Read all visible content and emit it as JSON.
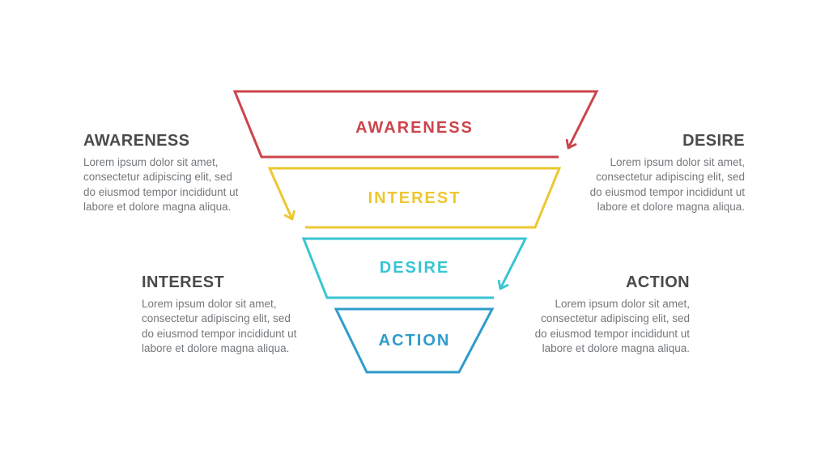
{
  "canvas": {
    "background": "#ffffff"
  },
  "diagram": {
    "type": "funnel",
    "funnel": {
      "levels": [
        {
          "id": "awareness",
          "label": "AWARENESS",
          "color": "#cb444b",
          "arrow_side": "right"
        },
        {
          "id": "interest",
          "label": "INTEREST",
          "color": "#edc730",
          "arrow_side": "left"
        },
        {
          "id": "desire",
          "label": "DESIRE",
          "color": "#38c5d3",
          "arrow_side": "right"
        },
        {
          "id": "action",
          "label": "ACTION",
          "color": "#2f9cc9",
          "arrow_side": "none"
        }
      ]
    },
    "annotations": [
      {
        "id": "awareness",
        "position": "top-left",
        "title": "AWARENESS",
        "body_lines": [
          "Lorem ipsum dolor sit amet,",
          "consectetur adipiscing elit, sed",
          "do eiusmod tempor incididunt ut",
          "labore et dolore magna aliqua."
        ]
      },
      {
        "id": "desire",
        "position": "top-right",
        "title": "DESIRE",
        "body_lines": [
          "Lorem ipsum dolor sit amet,",
          "consectetur adipiscing elit, sed",
          "do eiusmod tempor incididunt ut",
          "labore et dolore magna aliqua."
        ]
      },
      {
        "id": "interest",
        "position": "bottom-left",
        "title": "INTEREST",
        "body_lines": [
          "Lorem ipsum dolor sit amet,",
          "consectetur adipiscing elit, sed",
          "do eiusmod tempor incididunt ut",
          "labore et dolore magna aliqua."
        ]
      },
      {
        "id": "action",
        "position": "bottom-right",
        "title": "ACTION",
        "body_lines": [
          "Lorem ipsum dolor sit amet,",
          "consectetur adipiscing elit, sed",
          "do eiusmod tempor incididunt ut",
          "labore et dolore magna aliqua."
        ]
      }
    ],
    "text_colors": {
      "heading": "#494b4d",
      "body": "#74787c"
    }
  }
}
